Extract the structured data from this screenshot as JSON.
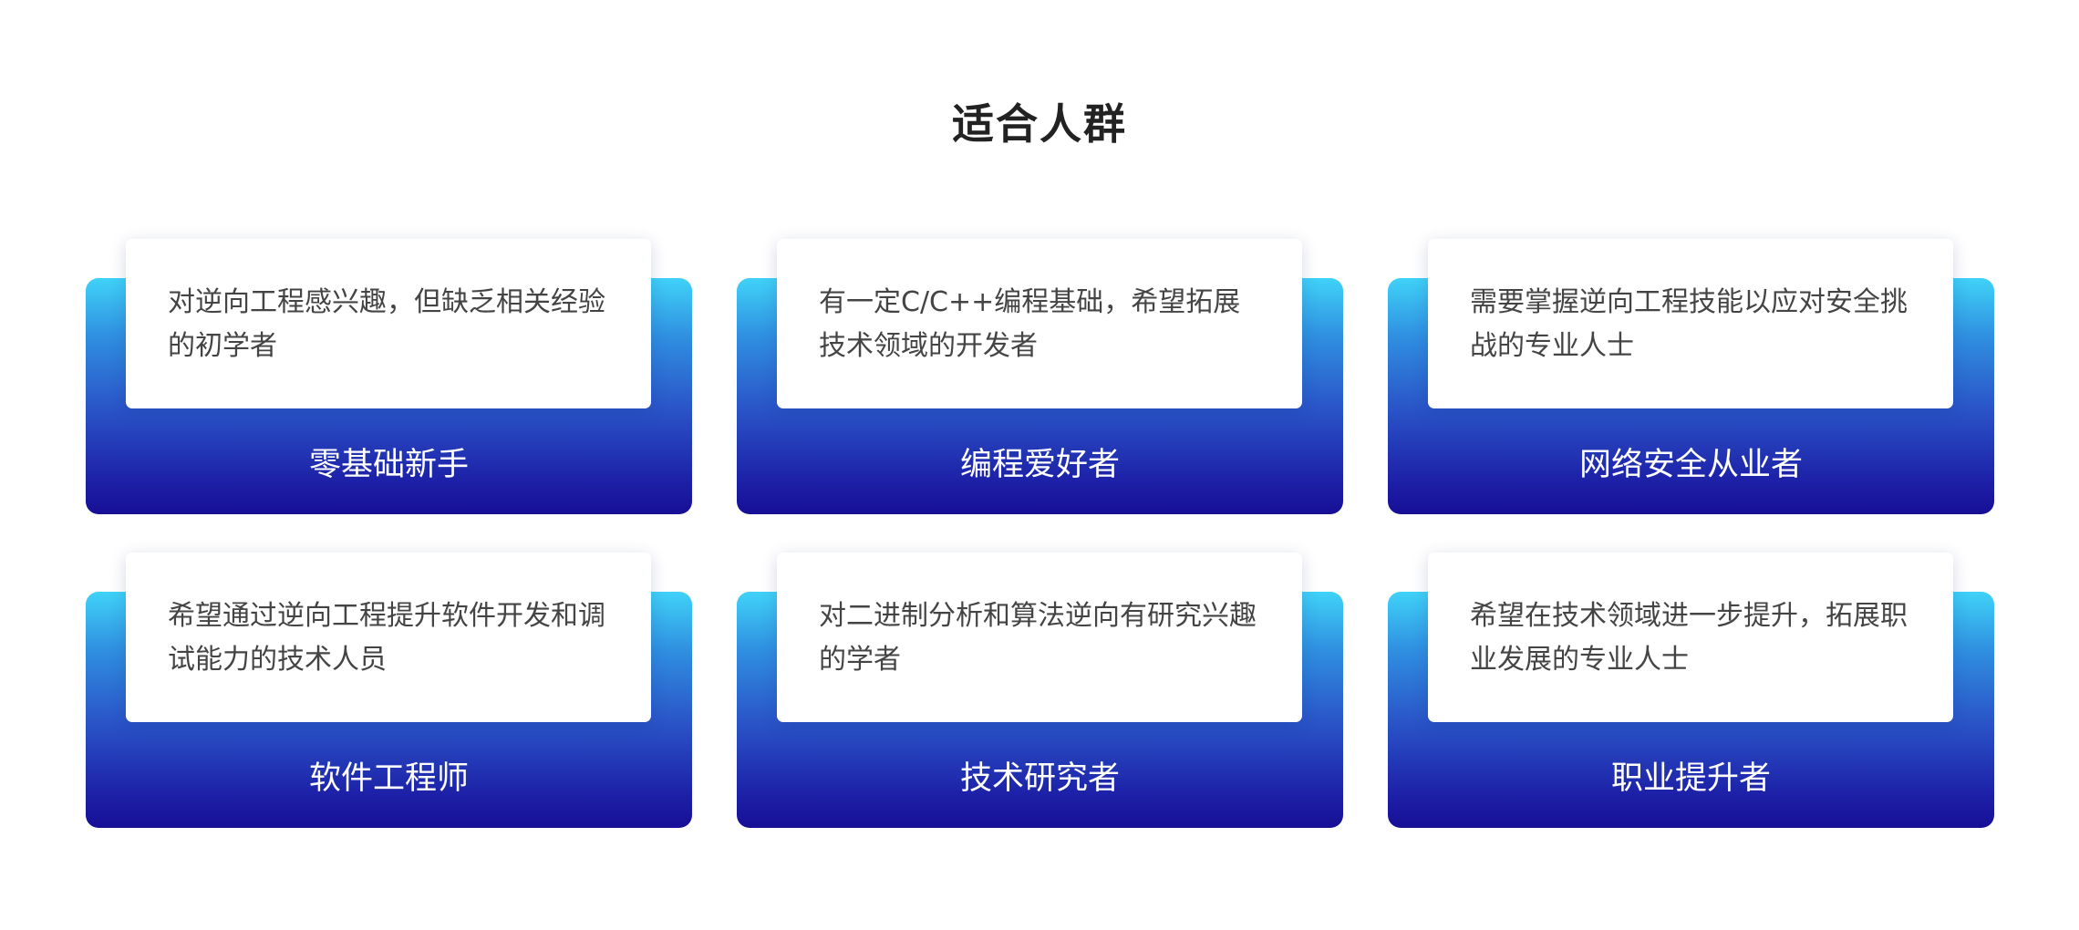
{
  "title": "适合人群",
  "cards": [
    {
      "label": "零基础新手",
      "description": "对逆向工程感兴趣，但缺乏相关经验的初学者"
    },
    {
      "label": "编程爱好者",
      "description": "有一定C/C++编程基础，希望拓展技术领域的开发者"
    },
    {
      "label": "网络安全从业者",
      "description": "需要掌握逆向工程技能以应对安全挑战的专业人士"
    },
    {
      "label": "软件工程师",
      "description": "希望通过逆向工程提升软件开发和调试能力的技术人员"
    },
    {
      "label": "技术研究者",
      "description": "对二进制分析和算法逆向有研究兴趣的学者"
    },
    {
      "label": "职业提升者",
      "description": "希望在技术领域进一步提升，拓展职业发展的专业人士"
    }
  ]
}
